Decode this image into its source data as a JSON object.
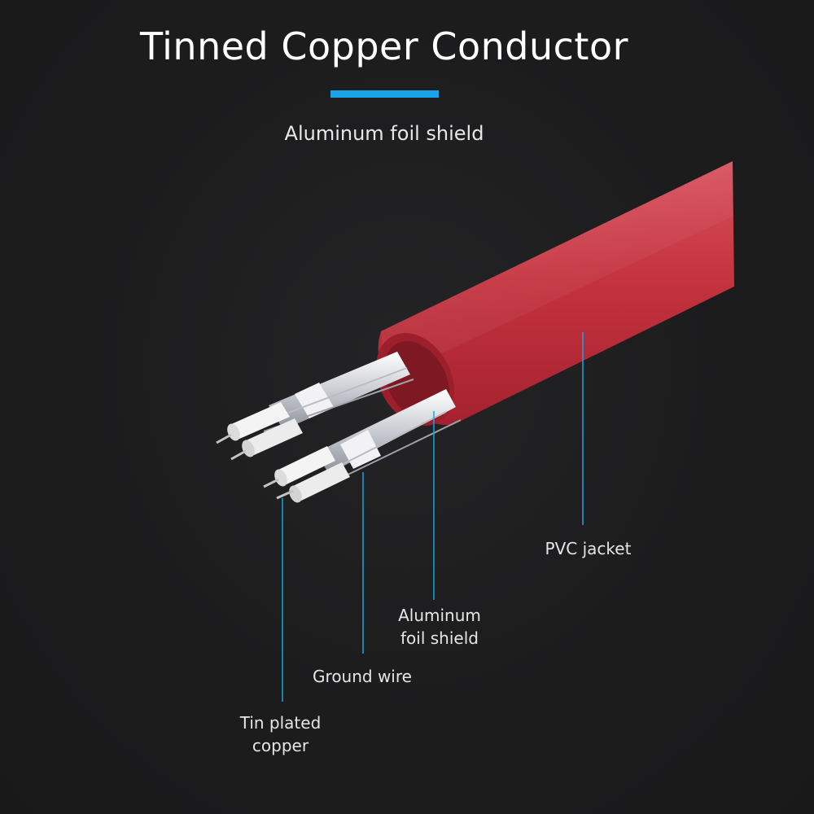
{
  "header": {
    "title": "Tinned Copper Conductor",
    "subtitle": "Aluminum foil shield"
  },
  "colors": {
    "background": "#1b1b1c",
    "accent": "#1aa3e8",
    "jacket": "#c4333f",
    "leader_line": "#1aa3e8"
  },
  "callouts": {
    "pvc_jacket": "PVC jacket",
    "aluminum_foil_shield": [
      "Aluminum",
      "foil shield"
    ],
    "ground_wire": "Ground wire",
    "tin_plated_copper": [
      "Tin plated",
      "copper"
    ]
  }
}
